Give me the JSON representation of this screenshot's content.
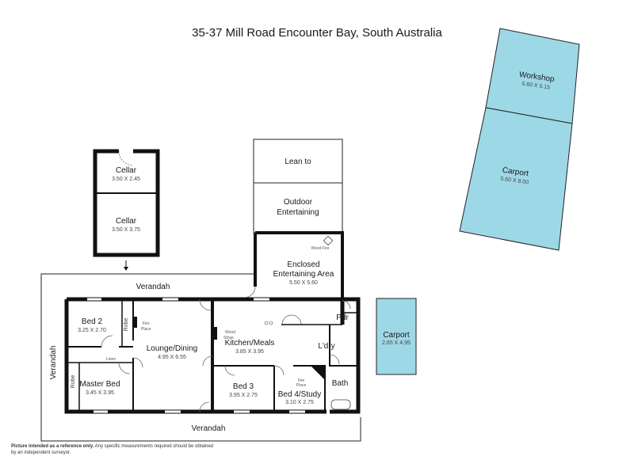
{
  "title": "35-37 Mill Road Encounter Bay, South Australia",
  "colors": {
    "wall": "#111111",
    "carport": "#9dd8e6",
    "outline": "#222222"
  },
  "rooms": {
    "cellar_top": {
      "name": "Cellar",
      "dim": "3.50 X 2.45"
    },
    "cellar_bottom": {
      "name": "Cellar",
      "dim": "3.50 X 3.75"
    },
    "lean_to": {
      "name": "Lean to"
    },
    "outdoor": {
      "name1": "Outdoor",
      "name2": "Entertaining"
    },
    "enclosed": {
      "name1": "Enclosed",
      "name2": "Entertaining Area",
      "dim": "5.50 X 5.60",
      "wood_fire": "Wood Fire"
    },
    "workshop": {
      "name": "Workshop",
      "dim": "5.60 X 5.15"
    },
    "carport_top": {
      "name": "Carport",
      "dim": "5.60 X 8.00"
    },
    "carport_right": {
      "name": "Carport",
      "dim": "2.65 X 4.95"
    },
    "verandah_top": {
      "name": "Verandah"
    },
    "verandah_left": {
      "name": "Verandah"
    },
    "verandah_bottom": {
      "name": "Verandah"
    },
    "bed2": {
      "name": "Bed 2",
      "dim": "3.25 X 2.70"
    },
    "robe_upper": {
      "name": "Robe"
    },
    "robe_lower": {
      "name": "Robe"
    },
    "fire_place": {
      "line1": "Fire",
      "line2": "Place"
    },
    "lounge": {
      "name": "Lounge/Dining",
      "dim": "4.95 X 6.55"
    },
    "wood_stove": {
      "line1": "Wood",
      "line2": "Stove"
    },
    "kitchen": {
      "name": "Kitchen/Meals",
      "dim": "3.85 X 3.95"
    },
    "pdr": {
      "name": "Pdr"
    },
    "ldry": {
      "name": "L'dry"
    },
    "master": {
      "name": "Master Bed",
      "dim": "3.45 X 3.95"
    },
    "linen": {
      "name": "Linen"
    },
    "bed3": {
      "name": "Bed 3",
      "dim": "3.95 X 2.75"
    },
    "fire_place2": {
      "line1": "Fire",
      "line2": "Place"
    },
    "bed4": {
      "name": "Bed 4/Study",
      "dim": "3.10 X 2.75"
    },
    "bath": {
      "name": "Bath"
    }
  },
  "disclaimer": {
    "bold": "Picture intended as a reference only.",
    "rest": " Any specific measurements required should be obtained by an independent surveyor."
  }
}
